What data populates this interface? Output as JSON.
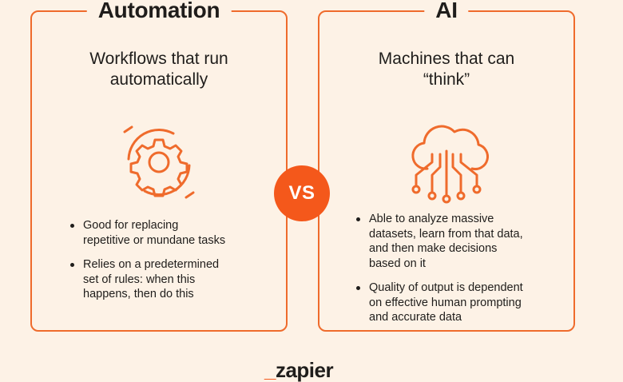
{
  "colors": {
    "accent": "#f4581b",
    "border": "#ef6b2c",
    "background": "#fdf2e6",
    "text": "#1f1d1b"
  },
  "left_panel": {
    "title": "Automation",
    "subtitle": [
      "Workflows that run",
      "automatically"
    ],
    "icon": "gear-cycle-icon",
    "bullets": [
      [
        "Good for replacing",
        "repetitive or mundane tasks"
      ],
      [
        "Relies on a predetermined",
        "set of rules: when this",
        "happens, then do this"
      ]
    ]
  },
  "right_panel": {
    "title": "AI",
    "subtitle": [
      "Machines that can",
      "“think”"
    ],
    "icon": "cloud-circuit-icon",
    "bullets": [
      [
        "Able to analyze massive",
        "datasets, learn from that data,",
        "and then make decisions",
        "based on it"
      ],
      [
        "Quality of output is dependent",
        "on effective human prompting",
        "and accurate data"
      ]
    ]
  },
  "center": {
    "vs_label": "VS"
  },
  "footer": {
    "brand": "zapier",
    "brand_prefix": "_"
  }
}
